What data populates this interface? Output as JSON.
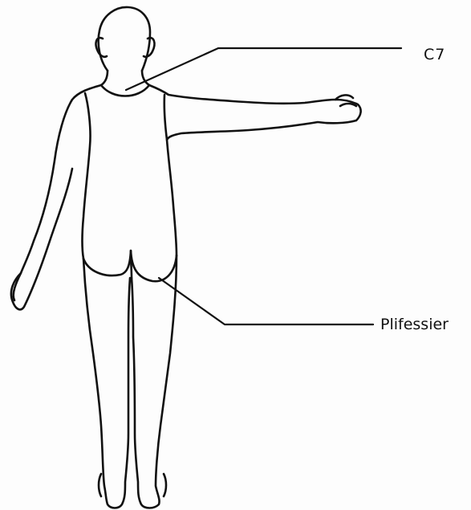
{
  "figure": {
    "labels": [
      {
        "id": "c7",
        "text": "C7"
      },
      {
        "id": "plifessier",
        "text": "Plifessier"
      }
    ]
  },
  "colors": {
    "outline": "#111111",
    "background": "#fdfdfd"
  }
}
